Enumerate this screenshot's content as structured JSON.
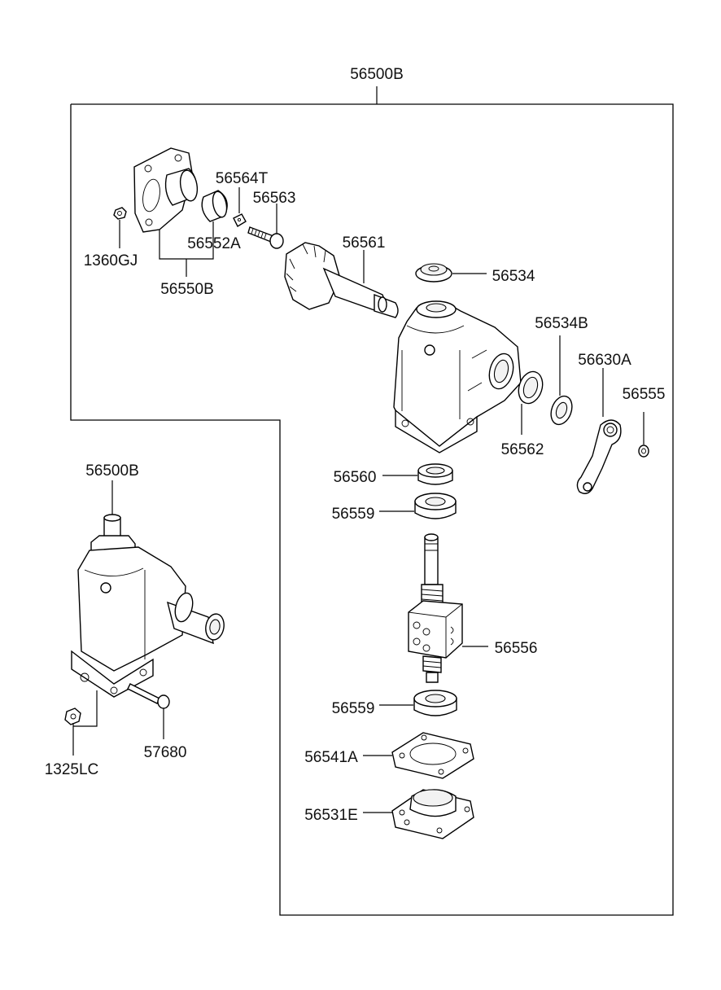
{
  "labels": {
    "assembly_top": "56500B",
    "assembly_inset": "56500B",
    "p1360GJ": "1360GJ",
    "p56550B": "56550B",
    "p56564T": "56564T",
    "p56563": "56563",
    "p56552A": "56552A",
    "p56561": "56561",
    "p56534": "56534",
    "p56534B": "56534B",
    "p56630A": "56630A",
    "p56555": "56555",
    "p56562": "56562",
    "p56560": "56560",
    "p56559a": "56559",
    "p56556": "56556",
    "p56559b": "56559",
    "p56541A": "56541A",
    "p56531E": "56531E",
    "p1325LC": "1325LC",
    "p57680": "57680"
  }
}
